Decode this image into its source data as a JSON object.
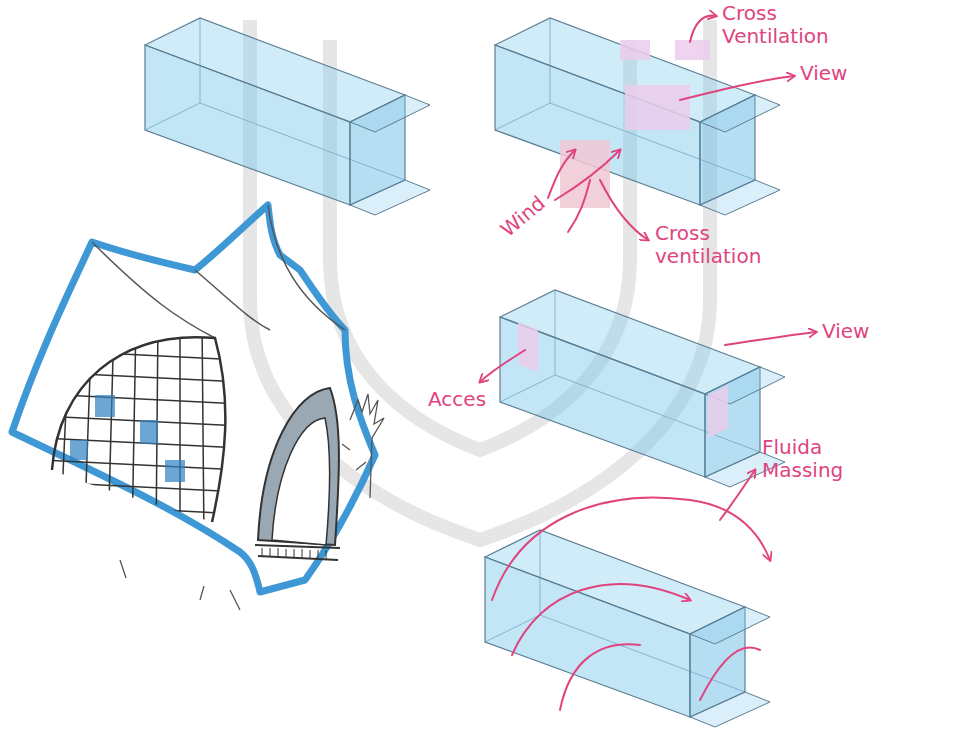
{
  "diagram": {
    "labels": [
      "Cross Ventilation",
      "View",
      "Wind",
      "Cross ventilation",
      "View",
      "Acces",
      "Fluida Massing"
    ]
  }
}
